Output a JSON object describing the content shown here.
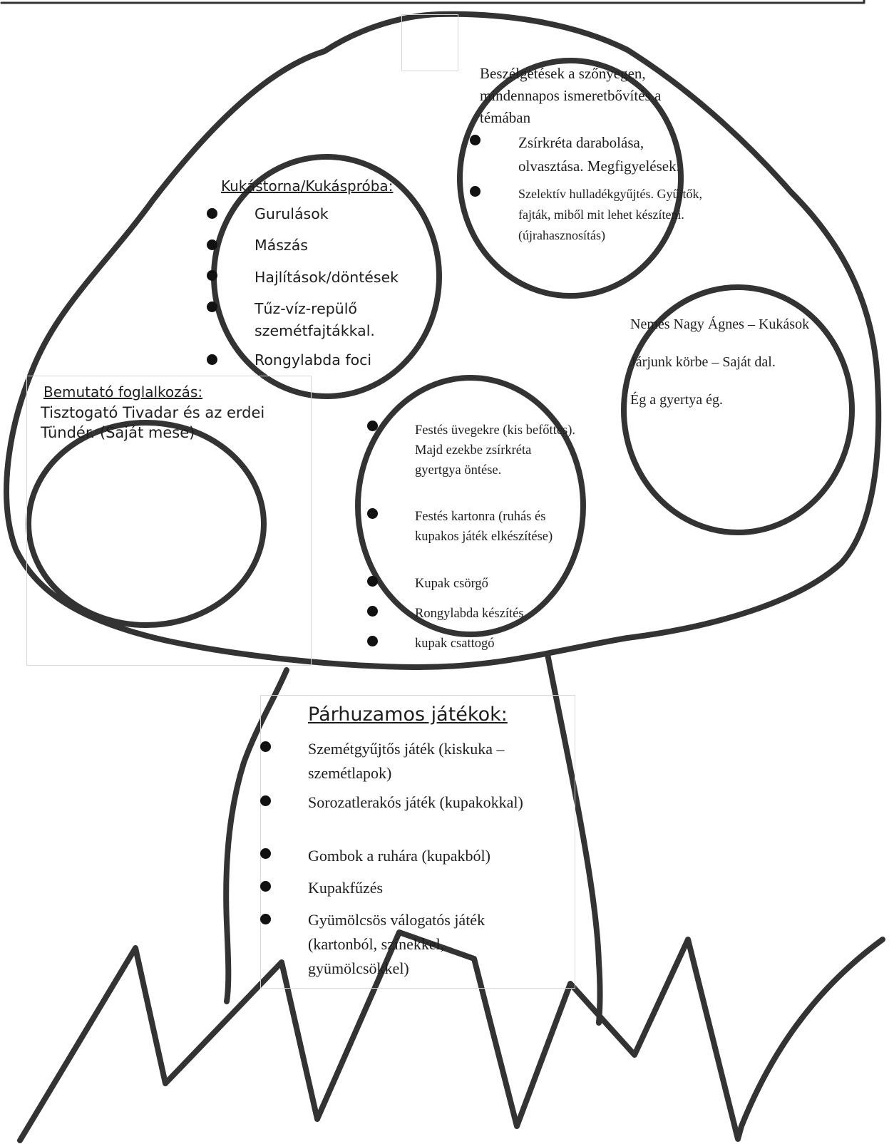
{
  "kukastorna": {
    "heading": "Kukástorna/Kukáspróba:",
    "items": [
      "Gurulások",
      "Mászás",
      "Hajlítások/döntések",
      "Tűz-víz-repülő szemétfajtákkal.",
      "Rongylabda foci"
    ]
  },
  "beszelgetesek": {
    "intro": "Beszélgetések a szőnyegen, mindennapos ismeretbővítés a témában",
    "items": [
      "Zsírkréta darabolása, olvasztása. Megfigyelések.",
      "Szelektív hulladékgyűjtés. Gyűjtők, fajták, miből mit lehet készíteni. (újrahasznosítás)"
    ]
  },
  "enekek": {
    "lines": [
      "Nemes Nagy Ágnes – Kukások",
      "Járjunk körbe – Saját dal.",
      "Ég a gyertya ég."
    ]
  },
  "bemutato": {
    "heading": "Bemutató foglalkozás:",
    "text": "Tisztogató Tivadar és az erdei Tündér. (Saját mese)"
  },
  "festes": {
    "items": [
      "Festés üvegekre (kis befőttes). Majd ezekbe zsírkréta gyertgya öntése.",
      "Festés kartonra (ruhás és kupakos játék elkészítése)",
      "Kupak csörgő",
      "Rongylabda készítés",
      "kupak csattogó"
    ]
  },
  "parhuzamos": {
    "heading": "Párhuzamos játékok:",
    "items": [
      "Szemétgyűjtős játék (kiskuka – szemétlapok)",
      "Sorozatlerakós játék (kupakokkal)",
      "Gombok a ruhára (kupakból)",
      "Kupakfűzés",
      "Gyümölcsös válogatós játék (kartonból, színekkel, gyümölcsökkel)"
    ]
  }
}
